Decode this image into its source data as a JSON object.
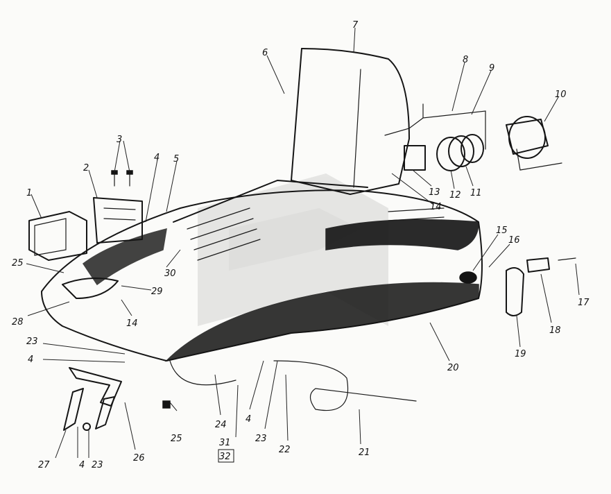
{
  "diagram": {
    "callouts": [
      {
        "id": "c1",
        "text": "1"
      },
      {
        "id": "c2",
        "text": "2"
      },
      {
        "id": "c3",
        "text": "3"
      },
      {
        "id": "c4a",
        "text": "4"
      },
      {
        "id": "c5",
        "text": "5"
      },
      {
        "id": "c6",
        "text": "6"
      },
      {
        "id": "c7",
        "text": "7"
      },
      {
        "id": "c8",
        "text": "8"
      },
      {
        "id": "c9",
        "text": "9"
      },
      {
        "id": "c10",
        "text": "10"
      },
      {
        "id": "c11",
        "text": "11"
      },
      {
        "id": "c12",
        "text": "12"
      },
      {
        "id": "c13",
        "text": "13"
      },
      {
        "id": "c14a",
        "text": "14"
      },
      {
        "id": "c15",
        "text": "15"
      },
      {
        "id": "c16",
        "text": "16"
      },
      {
        "id": "c17",
        "text": "17"
      },
      {
        "id": "c18",
        "text": "18"
      },
      {
        "id": "c19",
        "text": "19"
      },
      {
        "id": "c20",
        "text": "20"
      },
      {
        "id": "c21",
        "text": "21"
      },
      {
        "id": "c22",
        "text": "22"
      },
      {
        "id": "c23a",
        "text": "23"
      },
      {
        "id": "c4b",
        "text": "4"
      },
      {
        "id": "c31",
        "text": "31"
      },
      {
        "id": "c32",
        "text": "32"
      },
      {
        "id": "c24",
        "text": "24"
      },
      {
        "id": "c25a",
        "text": "25"
      },
      {
        "id": "c26",
        "text": "26"
      },
      {
        "id": "c23b",
        "text": "23"
      },
      {
        "id": "c4c",
        "text": "4"
      },
      {
        "id": "c27",
        "text": "27"
      },
      {
        "id": "c28",
        "text": "28"
      },
      {
        "id": "c25b",
        "text": "25"
      },
      {
        "id": "c23c",
        "text": "23"
      },
      {
        "id": "c4d",
        "text": "4"
      },
      {
        "id": "c14b",
        "text": "14"
      },
      {
        "id": "c29",
        "text": "29"
      },
      {
        "id": "c30",
        "text": "30"
      }
    ]
  }
}
